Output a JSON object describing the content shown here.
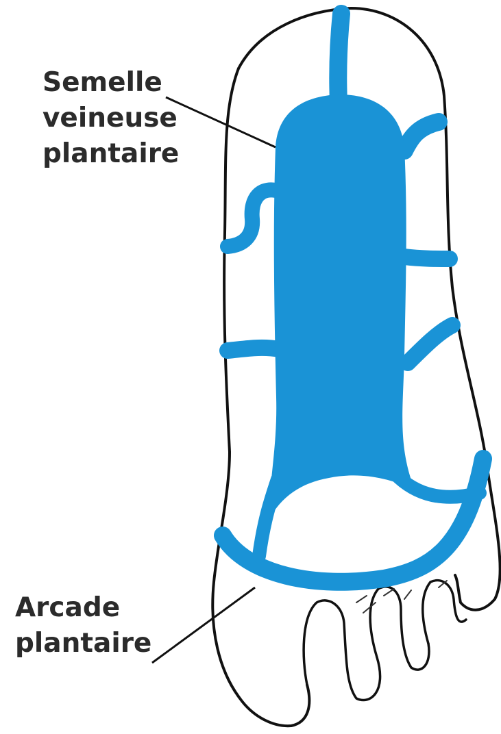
{
  "labels": {
    "semelle": [
      "Semelle",
      "veineuse",
      "plantaire"
    ],
    "arcade": [
      "Arcade",
      "plantaire"
    ]
  },
  "colors": {
    "vein_blue": "#1a93d6",
    "outline": "#111111",
    "label_text": "#2b2b2b"
  }
}
